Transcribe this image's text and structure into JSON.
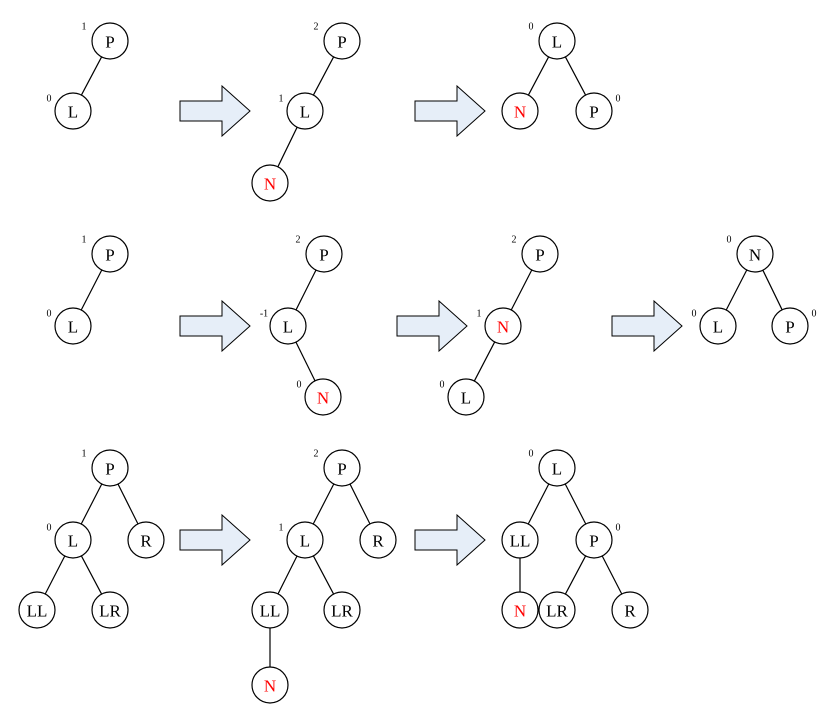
{
  "colors": {
    "normal": "#000000",
    "highlight": "#ff0000",
    "arrow_fill": "#e6eef8"
  },
  "rows": [
    {
      "stages": [
        {
          "nodes": [
            {
              "label": "P",
              "bf": "1"
            },
            {
              "label": "L",
              "bf": "0"
            }
          ]
        },
        {
          "nodes": [
            {
              "label": "P",
              "bf": "2"
            },
            {
              "label": "L",
              "bf": "1"
            },
            {
              "label": "N",
              "bf": "",
              "highlight": true
            }
          ]
        },
        {
          "nodes": [
            {
              "label": "L",
              "bf": "0"
            },
            {
              "label": "N",
              "bf": "",
              "highlight": true
            },
            {
              "label": "P",
              "bf": "0"
            }
          ]
        }
      ]
    },
    {
      "stages": [
        {
          "nodes": [
            {
              "label": "P",
              "bf": "1"
            },
            {
              "label": "L",
              "bf": "0"
            }
          ]
        },
        {
          "nodes": [
            {
              "label": "P",
              "bf": "2"
            },
            {
              "label": "L",
              "bf": "-1"
            },
            {
              "label": "N",
              "bf": "0",
              "highlight": true
            }
          ]
        },
        {
          "nodes": [
            {
              "label": "P",
              "bf": "2"
            },
            {
              "label": "N",
              "bf": "1",
              "highlight": true
            },
            {
              "label": "L",
              "bf": "0"
            }
          ]
        },
        {
          "nodes": [
            {
              "label": "N",
              "bf": "0"
            },
            {
              "label": "L",
              "bf": "0"
            },
            {
              "label": "P",
              "bf": "0"
            }
          ]
        }
      ]
    },
    {
      "stages": [
        {
          "nodes": [
            {
              "label": "P",
              "bf": "1"
            },
            {
              "label": "L",
              "bf": "0"
            },
            {
              "label": "R",
              "bf": ""
            },
            {
              "label": "LL",
              "bf": ""
            },
            {
              "label": "LR",
              "bf": ""
            }
          ]
        },
        {
          "nodes": [
            {
              "label": "P",
              "bf": "2"
            },
            {
              "label": "L",
              "bf": "1"
            },
            {
              "label": "R",
              "bf": ""
            },
            {
              "label": "LL",
              "bf": ""
            },
            {
              "label": "LR",
              "bf": ""
            },
            {
              "label": "N",
              "bf": "",
              "highlight": true
            }
          ]
        },
        {
          "nodes": [
            {
              "label": "L",
              "bf": "0"
            },
            {
              "label": "LL",
              "bf": ""
            },
            {
              "label": "P",
              "bf": "0"
            },
            {
              "label": "N",
              "bf": "",
              "highlight": true
            },
            {
              "label": "LR",
              "bf": ""
            },
            {
              "label": "R",
              "bf": ""
            }
          ]
        }
      ]
    }
  ]
}
